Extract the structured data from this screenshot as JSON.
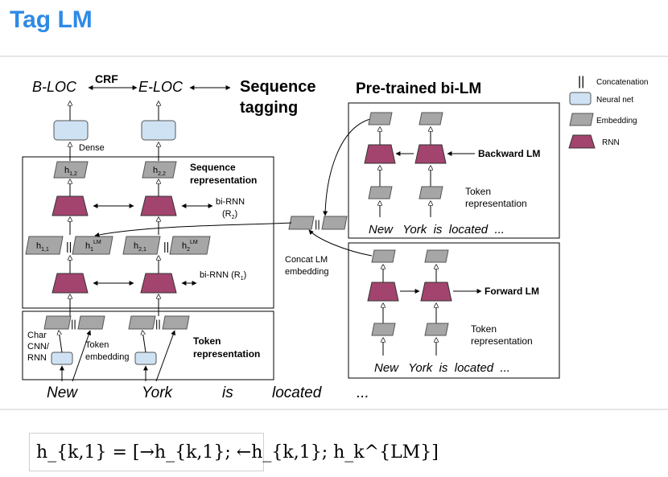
{
  "title": "Tag LM",
  "top_labels": {
    "b_loc": "B-LOC",
    "crf": "CRF",
    "e_loc": "E-LOC",
    "seq_tag_1": "Sequence",
    "seq_tag_2": "tagging",
    "dense": "Dense"
  },
  "section_labels": {
    "seq_rep_1": "Sequence",
    "seq_rep_2": "representation",
    "birnn2_1": "bi-RNN",
    "birnn2_2": "(R",
    "birnn2_sub": "2",
    "birnn2_3": ")",
    "birnn1_1": "bi-RNN (R",
    "birnn1_sub": "1",
    "birnn1_2": ")",
    "token_rep_1": "Token",
    "token_rep_2": "representation",
    "char_1": "Char",
    "char_2": "CNN/",
    "char_3": "RNN",
    "tok_emb_1": "Token",
    "tok_emb_2": "embedding",
    "concat_1": "Concat LM",
    "concat_2": "embedding"
  },
  "hidden": {
    "h12": {
      "base": "h",
      "sub": "1,2"
    },
    "h22": {
      "base": "h",
      "sub": "2,2"
    },
    "h11": {
      "base": "h",
      "sub": "1,1"
    },
    "h1lm": {
      "base": "h",
      "sub": "1",
      "sup": "LM"
    },
    "h21": {
      "base": "h",
      "sub": "2,1"
    },
    "h2lm": {
      "base": "h",
      "sub": "2",
      "sup": "LM"
    }
  },
  "bottom_words": [
    "New",
    "York",
    "is",
    "located",
    "..."
  ],
  "backward_panel": {
    "title": "Pre-trained bi-LM",
    "lm_label": "Backward LM",
    "tok_1": "Token",
    "tok_2": "representation",
    "words": "New   York  is  located  ..."
  },
  "forward_panel": {
    "lm_label": "Forward LM",
    "tok_1": "Token",
    "tok_2": "representation",
    "words": "New   York  is  located  ..."
  },
  "legend": {
    "concat_symbol": "||",
    "concat": "Concatenation",
    "neural_net": "Neural net",
    "embedding": "Embedding",
    "rnn": "RNN"
  },
  "formula": "h_{k,1} = [→h_{k,1}; ←h_{k,1}; h_k^{LM}]",
  "colors": {
    "title": "#2e8ae6",
    "rnn": "#a3446e",
    "neural_net": "#cfe2f3",
    "embedding": "#a6a6a6"
  }
}
